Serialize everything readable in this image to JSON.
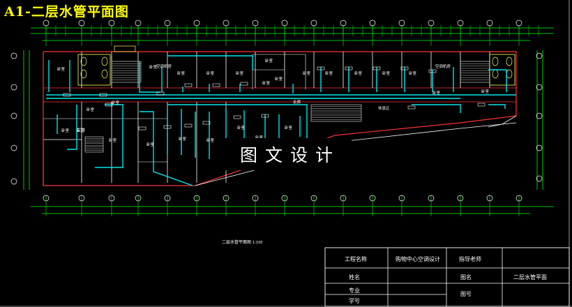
{
  "drawing": {
    "title": "A1-二层水管平面图",
    "watermark": "图文设计",
    "plan_caption": "二层水管平面图",
    "plan_scale": "1:100"
  },
  "colors": {
    "background": "#000000",
    "title": "#ffff00",
    "wall": "#ff3333",
    "dimension": "#00ff00",
    "pipe": "#00e5ee",
    "structure": "#ffffff",
    "stair": "#c8c8c8",
    "fixture": "#ffff66"
  },
  "rooms": {
    "r1": "卧室",
    "r2": "卧室",
    "r3": "卧室",
    "r4": "卧室",
    "r5": "卧室",
    "r6": "卧室",
    "r7": "卧室",
    "r8": "卧室",
    "r9": "卧室",
    "r10": "卧室",
    "r11": "卧室",
    "r12": "卧室",
    "r13": "卧室",
    "r14": "卧室",
    "r15": "卧室",
    "r16": "卧室",
    "r17": "卧室",
    "r18": "卧室",
    "r19": "卧室",
    "r20": "休息区",
    "r21": "空调机房",
    "r22": "空调机房",
    "r23": "走廊",
    "r24": "卧室",
    "r25": "卧室",
    "r26": "卧室",
    "r27": "卧室",
    "r28": "卧室",
    "r29": "卧室",
    "r30": "卧室"
  },
  "title_block": {
    "project_label": "工程名称",
    "project_value": "购物中心空调设计",
    "advisor_label": "指导老师",
    "name_label": "姓名",
    "drawing_name_label": "图名",
    "drawing_name_value": "二层水管平面",
    "major_label": "专业",
    "drawing_no_label": "图号",
    "drawing_no_value": "",
    "student_no_label": "学号"
  }
}
